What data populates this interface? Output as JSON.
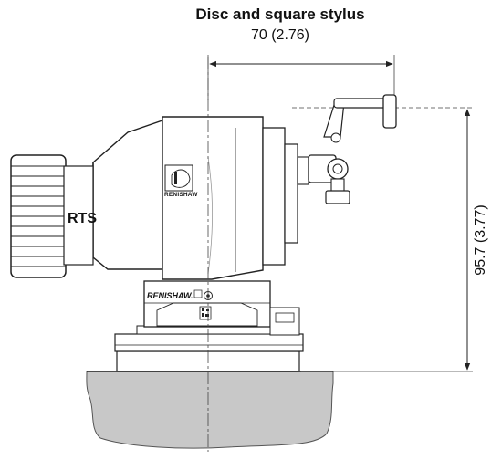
{
  "diagram": {
    "title": "Disc and square stylus",
    "horizontal_dimension": "70 (2.76)",
    "vertical_dimension": "95.7 (3.77)",
    "device_label": "RTS",
    "brand_side": "RENISHAW",
    "brand_base": "RENISHAW."
  },
  "colors": {
    "line": "#222222",
    "fill": "#ffffff",
    "table_fill": "#c8c8c8",
    "shade": "#eeeeee"
  }
}
